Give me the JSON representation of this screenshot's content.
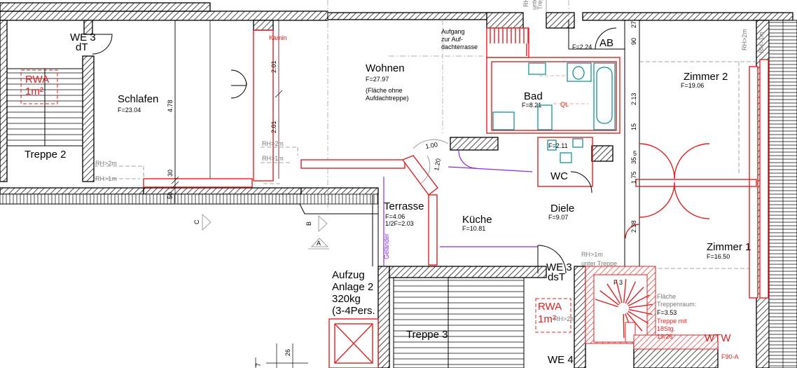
{
  "rooms": {
    "schlafen": {
      "name": "Schlafen",
      "area": "F=23.04"
    },
    "wohnen": {
      "name": "Wohnen",
      "area": "F=27.97",
      "note1": "(Fläche ohne",
      "note2": "Aufdachtreppe)"
    },
    "bad": {
      "name": "Bad",
      "area": "F=8.21"
    },
    "zimmer2": {
      "name": "Zimmer 2",
      "area": "F=19.06"
    },
    "zimmer1": {
      "name": "Zimmer 1",
      "area": "F=16.50"
    },
    "kueche": {
      "name": "Küche",
      "area": "F=10.81"
    },
    "diele": {
      "name": "Diele",
      "area": "F=9.07"
    },
    "terrasse": {
      "name": "Terrasse",
      "area": "F=4.06",
      "half": "1/2F=2.03"
    },
    "wc": {
      "name": "WC",
      "area": "F=2.11"
    },
    "ab": {
      "name": "AB",
      "area": "F=2.24"
    },
    "treppe2": {
      "name": "Treppe 2"
    },
    "treppe3": {
      "name": "Treppe 3"
    }
  },
  "labels": {
    "we3_top_a": "WE 3",
    "we3_top_b": "dT",
    "we3_mid_a": "WE 3",
    "we3_mid_b": "dsT",
    "we4": "WE 4",
    "kamin": "Kamin",
    "aufgang1": "Aufgang",
    "aufgang2": "zur Auf-",
    "aufgang3": "dachterrasse",
    "rwa1_a": "RWA",
    "rwa1_b": "1m²",
    "rwa2_a": "RWA",
    "rwa2_b": "1m²",
    "aufzug1": "Aufzug",
    "aufzug2": "Anlage 2",
    "aufzug3": "320kg",
    "aufzug4": "(3-4Pers.",
    "gelaender": "Geländer",
    "rh_2m_a": "RH>2m",
    "rh_1m_a": "RH>1m",
    "rh_1m_b": "RH>1m",
    "rh_2m_b": "RH>2m",
    "rh_1m_c": "RH>1m",
    "rh_2m_c": "RH>2m",
    "rh_1m_d": "RH>1m",
    "unter_treppe": "unter Treppe",
    "flaeche1": "Fläche",
    "flaeche2": "Treppenraum:",
    "flaeche3": "F=3.53",
    "treppe_mit1": "Treppe mit",
    "treppe_mit2": "18Stg.",
    "treppe_mit3": "19/26",
    "f3": "F 3",
    "wtw": "WTW",
    "f90a": "F90-A",
    "sec_a": "A",
    "sec_b": "B",
    "sec_c": "C",
    "top_rh": "RH",
    "top_unt": "unter",
    "top_tre": "Trep",
    "ql": "QL"
  },
  "dimensions": {
    "d201a": "2.01",
    "d478": "4.78",
    "d201b": "2.01",
    "d30": "30",
    "d50": "50",
    "d27": "27",
    "d90": "90",
    "d213": "2.13",
    "d15": "15",
    "d175": "1.75",
    "d35": "35",
    "d5": "5",
    "d238": "2.38",
    "d100": "1.00",
    "d120": "1.20",
    "d26": "26",
    "d7": "7"
  }
}
